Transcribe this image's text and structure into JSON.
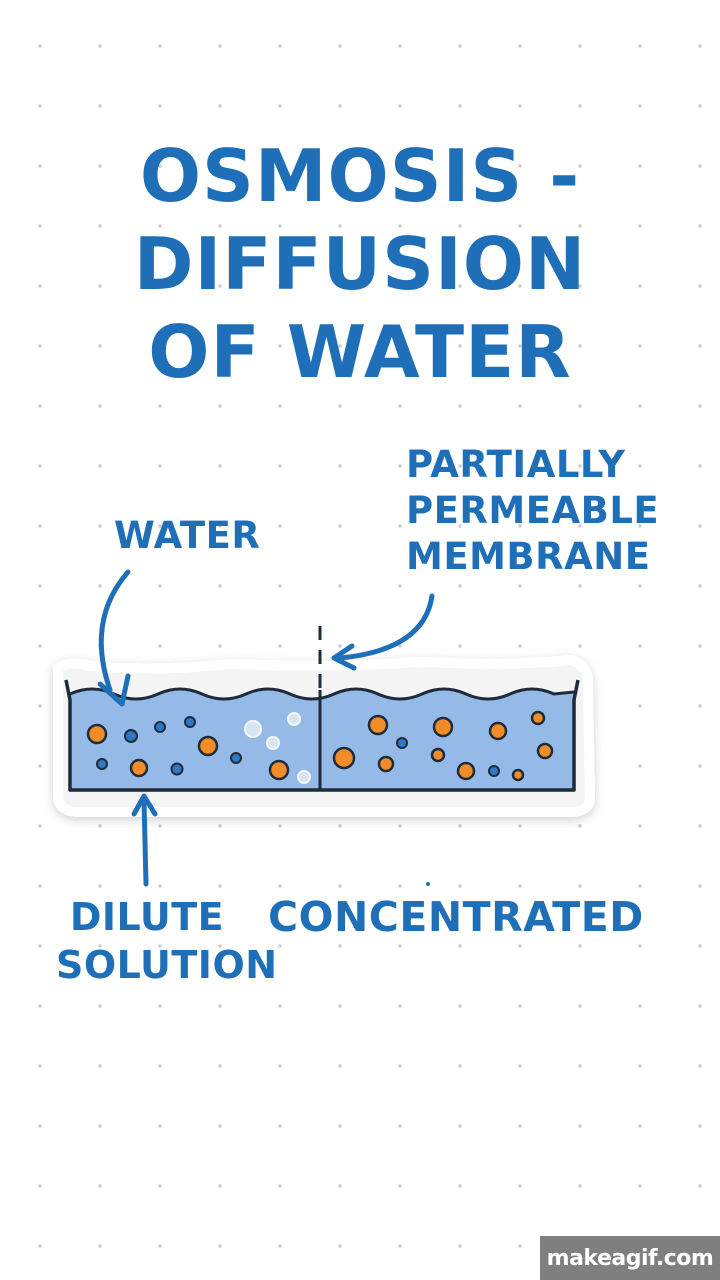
{
  "title": {
    "line1": "OSMOSIS -",
    "line2": "DIFFUSION",
    "line3": "OF WATER"
  },
  "labels": {
    "water": "WATER",
    "membrane_line1": "PARTIALLY",
    "membrane_line2": "PERMEABLE",
    "membrane_line3": "MEMBRANE",
    "dilute_line1": "DILUTE",
    "dilute_line2": "SOLUTION",
    "concentrated": "CONCENTRATED"
  },
  "colors": {
    "ink": "#1f6fb8",
    "water_fill": "#8fb6e6",
    "solute": "#f28c28",
    "outline": "#1d2b3a"
  },
  "watermark": "makeagif.com"
}
